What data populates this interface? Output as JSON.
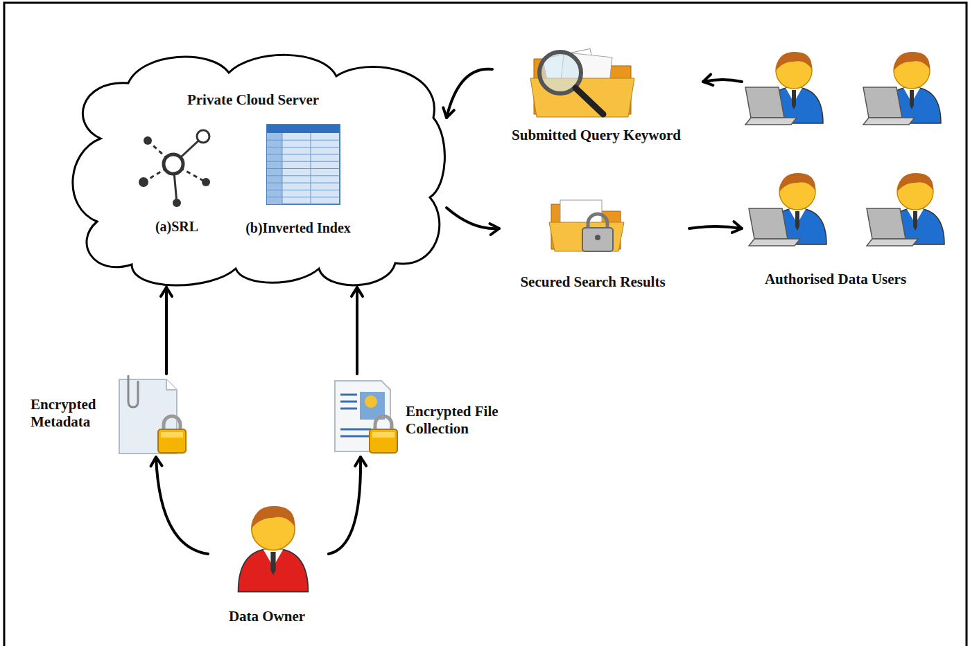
{
  "diagram": {
    "nodes": [
      {
        "text": [
          "Private Cloud Server"
        ]
      },
      {
        "text": [
          "(a)SRL"
        ],
        "in": 0
      },
      {
        "text": [
          "(b)Inverted Index"
        ],
        "in": 0
      },
      {
        "text": [
          "Submitted Query Keyword"
        ]
      },
      {
        "text": [
          "Secured Search Results"
        ]
      },
      {
        "text": [
          "Authorised Data Users"
        ]
      },
      {
        "text": [
          "Encrypted Metadata"
        ]
      },
      {
        "text": [
          "Encrypted File Collection"
        ]
      },
      {
        "text": [
          "Data Owner"
        ]
      }
    ],
    "edges": [
      {
        "from": 5,
        "to": 3,
        "arrow": "to"
      },
      {
        "from": 3,
        "to": 0,
        "arrow": "to"
      },
      {
        "from": 0,
        "to": 4,
        "arrow": "to"
      },
      {
        "from": 4,
        "to": 5,
        "arrow": "to"
      },
      {
        "from": 6,
        "to": 0,
        "arrow": "to"
      },
      {
        "from": 7,
        "to": 0,
        "arrow": "to"
      },
      {
        "from": 8,
        "to": 6,
        "arrow": "to"
      },
      {
        "from": 8,
        "to": 7,
        "arrow": "to"
      }
    ]
  }
}
